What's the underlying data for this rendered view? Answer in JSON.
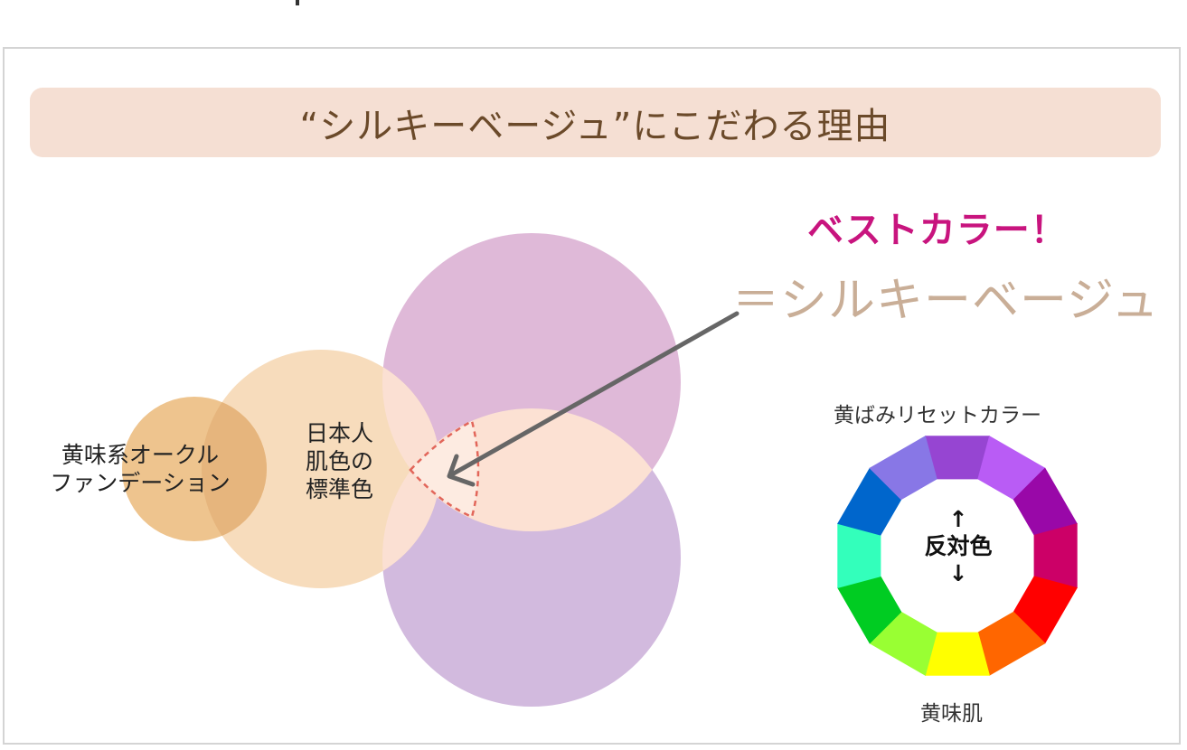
{
  "title": "“シルキーベージュ”にこだわる理由",
  "callout": {
    "headline": "ベストカラー！",
    "subline": "＝シルキーベージュ"
  },
  "venn": {
    "circles": [
      {
        "label": "黄味系オークル\nファンデーション",
        "line1": "黄味系オークル",
        "line2": "ファンデーション",
        "color": "#eec48e"
      },
      {
        "label": "日本人肌色の標準色",
        "line1": "日本人",
        "line2": "肌色の",
        "line3": "標準色",
        "color": "#f7dcbc"
      },
      {
        "label": "",
        "color": "#dfb9d8"
      },
      {
        "label": "",
        "color": "#d2bade"
      }
    ],
    "overlap_colors": {
      "oakle_std": "#e6b57d",
      "purple_purple": "#fce1d3",
      "peach_purple": "#fbe0d3",
      "best_region": "#fdebe1"
    },
    "highlight_stroke": "#e2665a",
    "arrow_color": "#666666"
  },
  "color_wheel": {
    "title": "黄ばみリセットカラー",
    "center_arrow_up": "↑",
    "center_label": "反対色",
    "center_arrow_down": "↓",
    "bottom_label": "黄味肌",
    "segments": [
      "#9645d2",
      "#b95cf5",
      "#9908a8",
      "#cc0067",
      "#ff0000",
      "#ff6600",
      "#ffff00",
      "#99ff33",
      "#00cc22",
      "#33ffbb",
      "#0066cc",
      "#8877e6"
    ]
  }
}
